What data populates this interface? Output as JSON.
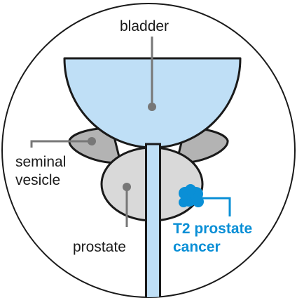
{
  "labels": {
    "bladder": "bladder",
    "seminal_vesicle": [
      "seminal",
      "vesicle"
    ],
    "prostate": "prostate",
    "cancer": [
      "T2 prostate",
      "cancer"
    ]
  },
  "colors": {
    "outline": "#1a1a1a",
    "bladder_fill": "#bfdff6",
    "tissue_fill": "#d9d9d9",
    "vesicle_fill": "#b3b3b3",
    "tumor": "#0a8fd6",
    "leader_line": "#777777",
    "background": "#ffffff"
  }
}
